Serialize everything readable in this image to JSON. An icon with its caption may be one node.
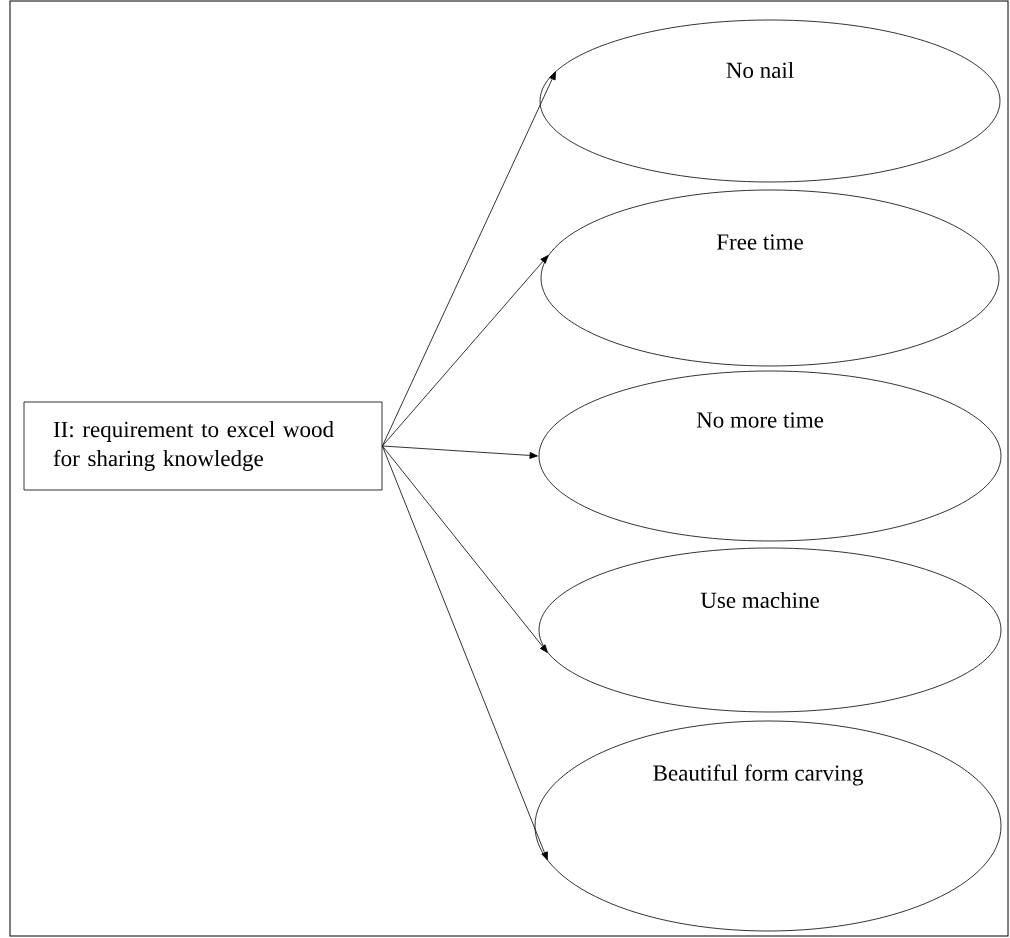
{
  "diagram": {
    "nodes": [
      {
        "text": [
          "II: requirement to excel wood for sharing knowledge"
        ]
      },
      {
        "text": [
          "No nail"
        ]
      },
      {
        "text": [
          "Free time"
        ]
      },
      {
        "text": [
          "No more time"
        ]
      },
      {
        "text": [
          "Use machine"
        ]
      },
      {
        "text": [
          "Beautiful form carving"
        ]
      }
    ],
    "edges": [
      {
        "from": 0,
        "to": 1,
        "arrow": "to"
      },
      {
        "from": 0,
        "to": 2,
        "arrow": "to"
      },
      {
        "from": 0,
        "to": 3,
        "arrow": "to"
      },
      {
        "from": 0,
        "to": 4,
        "arrow": "to"
      },
      {
        "from": 0,
        "to": 5,
        "arrow": "to"
      }
    ]
  }
}
